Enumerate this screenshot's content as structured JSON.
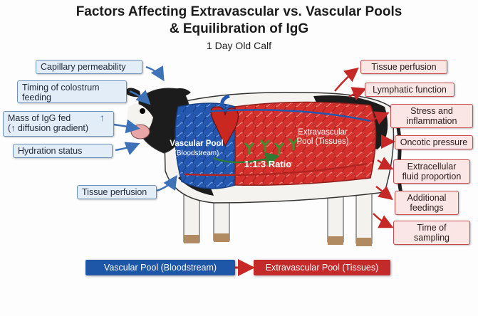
{
  "title": {
    "line1": "Factors Affecting Extravascular vs. Vascular Pools",
    "line2": "& Equilibration of IgG",
    "subtitle": "1 Day Old Calf"
  },
  "left_factors": [
    "Capillary permeability",
    "Timing of colostrum feeding",
    "Mass of IgG fed",
    "(↑ diffusion gradient)",
    "Hydration status",
    "Tissue perfusion"
  ],
  "right_factors": [
    "Tissue perfusion",
    "Lymphatic function",
    "Stress and inflammation",
    "Oncotic pressure",
    "Extracellular fluid proportion",
    "Additional feedings",
    "Time of sampling"
  ],
  "pools": {
    "vascular_line1": "Vascular Pool",
    "vascular_line2": "(Bloodstream)",
    "extravascular_line1": "Extravascular",
    "extravascular_line2": "Pool (Tissues)",
    "ratio": "1:1:3 Ratio"
  },
  "legend": {
    "vascular": "Vascular Pool (Bloodstream)",
    "extravascular": "Extravascular Pool (Tissues)"
  },
  "colors": {
    "vascular": "#1e56a8",
    "extravascular": "#c42a2a",
    "left_box_bg": "#e3edf8",
    "right_box_bg": "#fbe6e6"
  }
}
